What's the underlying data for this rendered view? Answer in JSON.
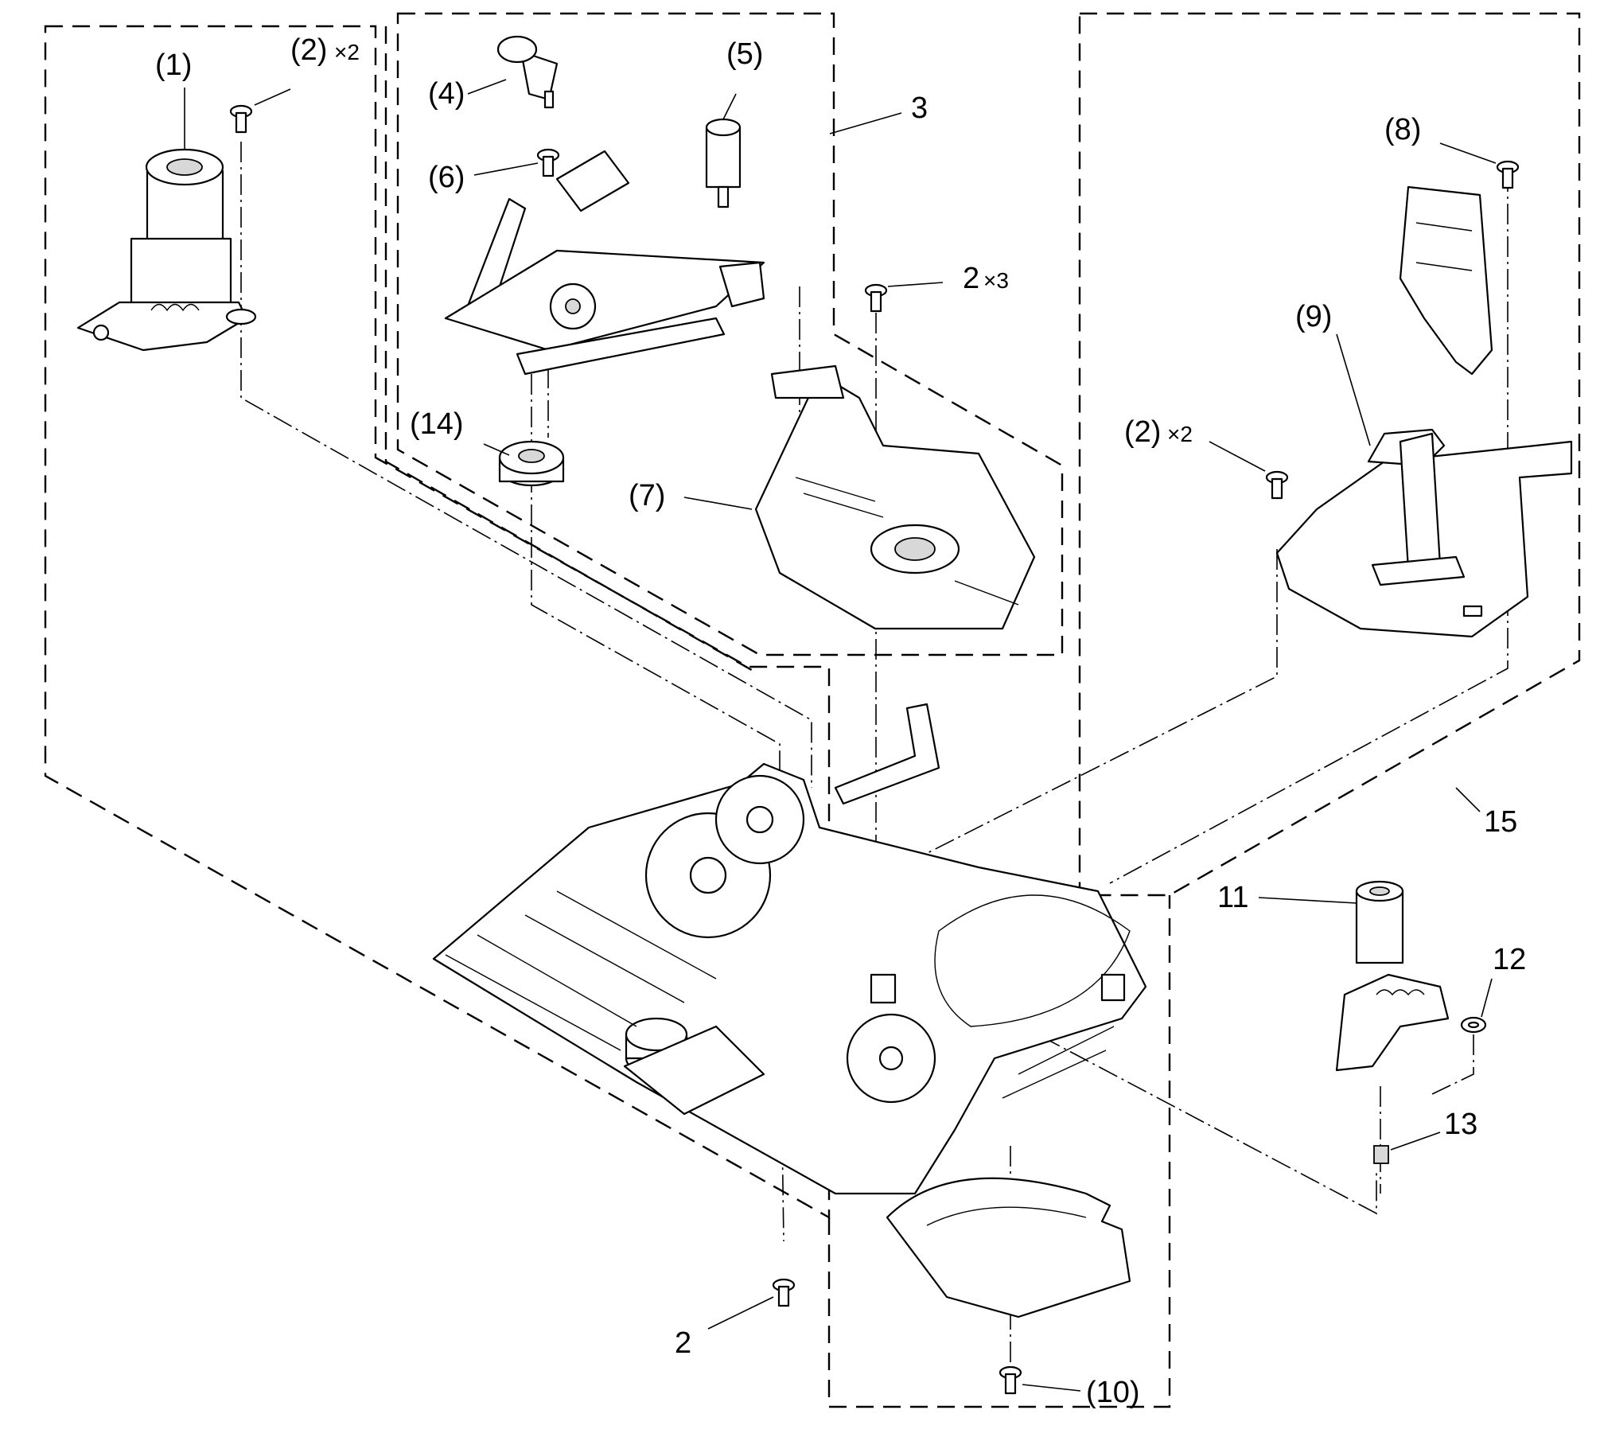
{
  "labels": {
    "p1": "(1)",
    "p2x2_left": "(2)",
    "p2x2_left_qty": "×2",
    "p4": "(4)",
    "p5": "(5)",
    "p6": "(6)",
    "p3": "3",
    "p2x3": "2",
    "p2x3_qty": "×3",
    "p8": "(8)",
    "p9": "(9)",
    "p2x2_right": "(2)",
    "p2x2_right_qty": "×2",
    "p14": "(14)",
    "p7": "(7)",
    "p15": "15",
    "p11": "11",
    "p12": "12",
    "p13": "13",
    "p2_bottom": "2",
    "p10": "(10)"
  }
}
